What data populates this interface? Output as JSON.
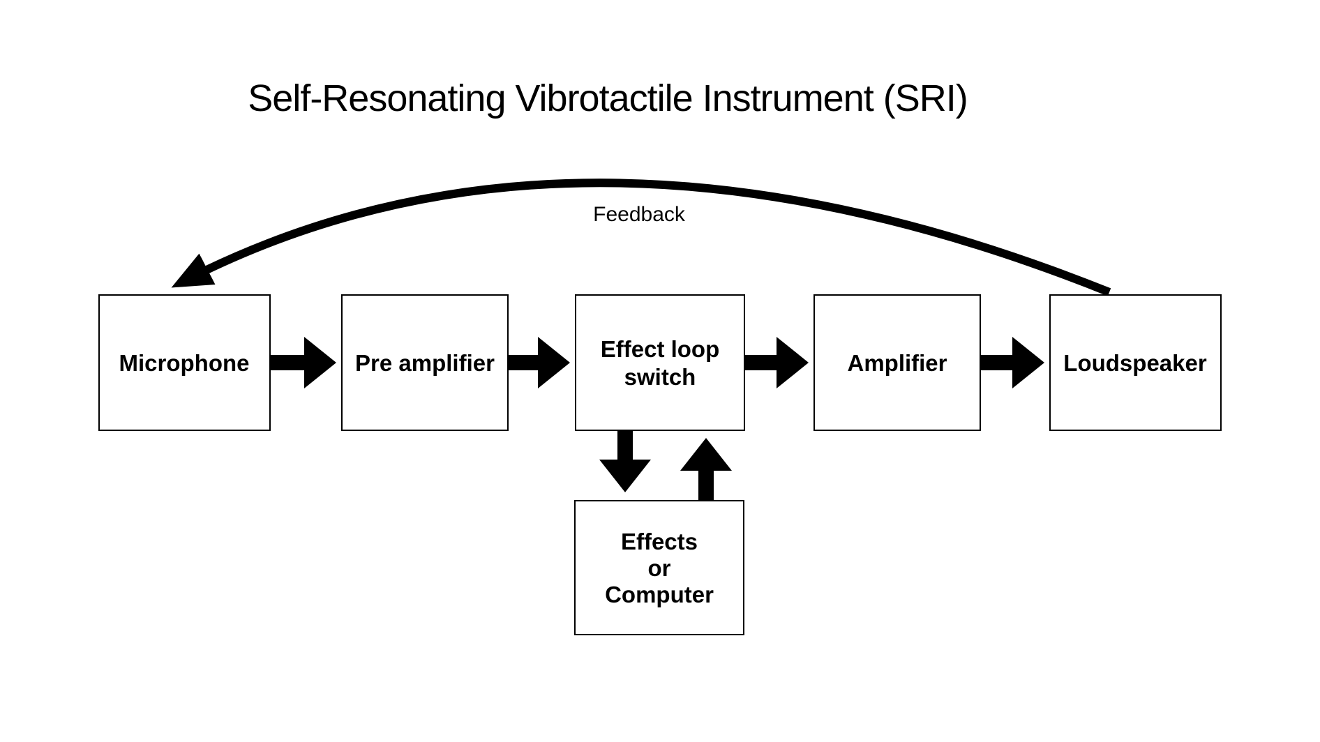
{
  "title": "Self-Resonating Vibrotactile Instrument (SRI)",
  "feedback": {
    "label": "Feedback"
  },
  "colors": {
    "ink": "#000000",
    "background": "#ffffff"
  },
  "boxes": [
    {
      "id": "microphone",
      "lines": [
        "Microphone"
      ]
    },
    {
      "id": "pre-amplifier",
      "lines": [
        "Pre amplifier"
      ]
    },
    {
      "id": "effect-loop-switch",
      "lines": [
        "Effect loop",
        "switch"
      ]
    },
    {
      "id": "amplifier",
      "lines": [
        "Amplifier"
      ]
    },
    {
      "id": "loudspeaker",
      "lines": [
        "Loudspeaker"
      ]
    },
    {
      "id": "effects-or-computer",
      "lines": [
        "Effects",
        "or",
        "Computer"
      ]
    }
  ],
  "connections": [
    {
      "from": "microphone",
      "to": "pre-amplifier",
      "style": "block-arrow"
    },
    {
      "from": "pre-amplifier",
      "to": "effect-loop-switch",
      "style": "block-arrow"
    },
    {
      "from": "effect-loop-switch",
      "to": "amplifier",
      "style": "block-arrow"
    },
    {
      "from": "amplifier",
      "to": "loudspeaker",
      "style": "block-arrow"
    },
    {
      "from": "effect-loop-switch",
      "to": "effects-or-computer",
      "style": "block-arrow"
    },
    {
      "from": "effects-or-computer",
      "to": "effect-loop-switch",
      "style": "block-arrow"
    },
    {
      "from": "loudspeaker",
      "to": "microphone",
      "style": "curved-line",
      "label": "Feedback"
    }
  ]
}
